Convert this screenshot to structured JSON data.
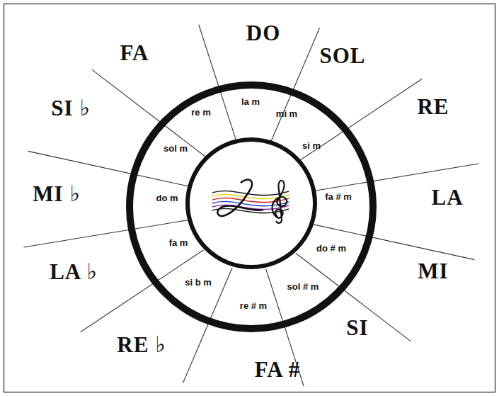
{
  "diagram": {
    "labels": [
      "DO",
      "SOL",
      "RE",
      "LA",
      "MI",
      "SI",
      "FA #",
      "RE ♭",
      "LA ♭",
      "MI ♭",
      "SI ♭",
      "FA",
      "la m",
      "mi m",
      "si m",
      "fa # m",
      "do # m",
      "sol # m",
      "re # m",
      "si b m",
      "fa m",
      "do m",
      "sol m",
      "re m"
    ]
  }
}
